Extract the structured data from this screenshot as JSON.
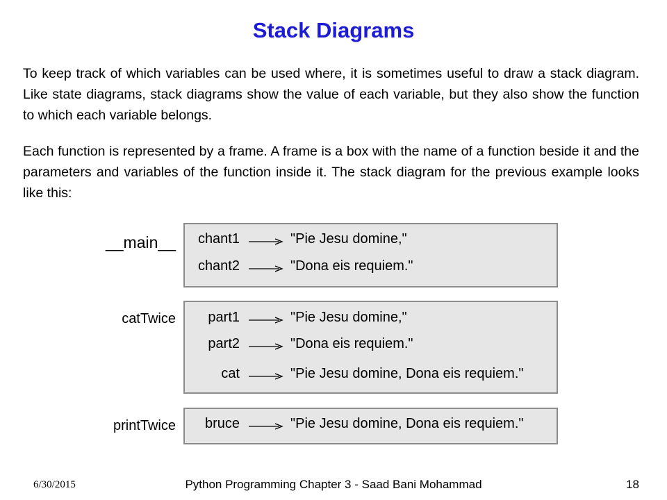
{
  "title": "Stack Diagrams",
  "paragraphs": [
    "To keep track of which variables can be used where, it is sometimes useful to draw a stack diagram. Like state diagrams, stack diagrams show the value of each variable, but they also show the function to which each variable belongs.",
    "Each function is represented by a frame. A frame is a box with the name of a function beside it and the parameters and variables of the function inside it. The stack diagram for the previous example looks like this:"
  ],
  "frames": [
    {
      "name": "__main__",
      "vars": [
        {
          "name": "chant1",
          "value": "\"Pie Jesu domine,\""
        },
        {
          "name": "chant2",
          "value": "\"Dona eis requiem.\""
        }
      ]
    },
    {
      "name": "catTwice",
      "vars": [
        {
          "name": "part1",
          "value": "\"Pie Jesu domine,\""
        },
        {
          "name": "part2",
          "value": "\"Dona eis requiem.\""
        },
        {
          "name": "cat",
          "value": "\"Pie Jesu domine, Dona eis requiem.\""
        }
      ]
    },
    {
      "name": "printTwice",
      "vars": [
        {
          "name": "bruce",
          "value": "\"Pie Jesu domine, Dona eis requiem.\""
        }
      ]
    }
  ],
  "footer": {
    "date": "6/30/2015",
    "center": "Python Programming Chapter 3 - Saad Bani Mohammad",
    "page": "18"
  }
}
